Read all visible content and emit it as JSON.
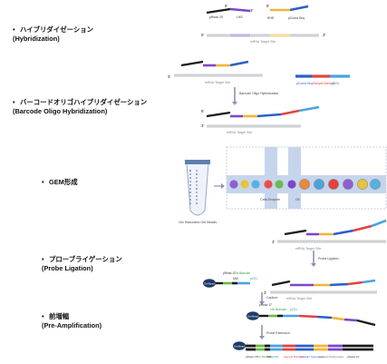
{
  "colors": {
    "black": "#1b1b1b",
    "purple": "#7a47c9",
    "yellow": "#f0b43a",
    "blue": "#2d5fc7",
    "lightblue": "#4aa3df",
    "red": "#e2433f",
    "green": "#69b84a",
    "gray": "#d2d4d8",
    "navy": "#1f3a66"
  },
  "steps": [
    {
      "jp": "ハイブリダイゼーション",
      "en": "(Hybridization)"
    },
    {
      "jp": "バーコードオリゴハイブリダイゼーション",
      "en": "(Barcode Oligo Hybridization)"
    },
    {
      "jp": "GEM形成",
      "en": ""
    },
    {
      "jp": "プローブライゲーション",
      "en": "(Probe Ligation)"
    },
    {
      "jp": "前増幅",
      "en": "(Pre-Amplification)"
    }
  ],
  "diagram": {
    "probe_labels": [
      "pRead 2S",
      "LHS",
      "RHS",
      "pConst Seq"
    ],
    "target_label": "mRNA Target Site",
    "barcode_parts": [
      "pConst Seq",
      "Sample Barcode",
      "pCS1"
    ],
    "arrow_labels": [
      "Barcode Oligo Hybridization",
      "Probe Ligation",
      "Capture",
      "Probe Extension"
    ],
    "gem_labels": [
      "10x Barcoded Gel Beads",
      "Cells Enzyme",
      "Oil"
    ],
    "bead_label": "Gel Bead",
    "bead_parts_a": [
      "pRead 1T",
      "10x Barcode",
      "UMI",
      "pCS1"
    ],
    "final_labels": [
      "pRead 1T",
      "10x Barcode",
      "UMI",
      "pCS1",
      "Sample Barcode",
      "Constant Sequence",
      "Ligated Probe Insert",
      "pRead 2S"
    ],
    "prime5": "5'",
    "prime3": "3'"
  }
}
